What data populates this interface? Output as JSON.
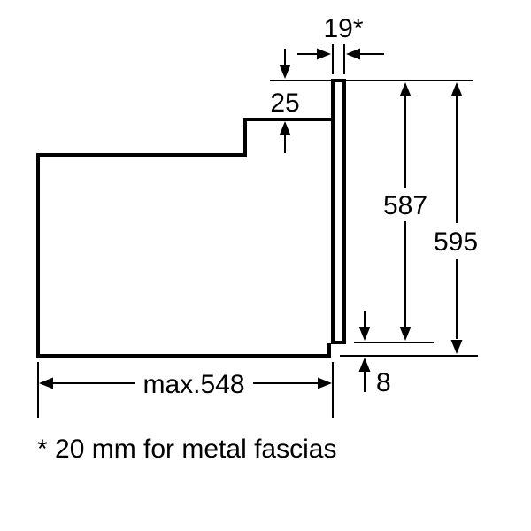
{
  "drawing": {
    "background_color": "#ffffff",
    "line_color": "#000000",
    "labels": {
      "fascia_thickness": "19*",
      "top_recess": "25",
      "chassis_height": "587",
      "overall_height": "595",
      "bottom_inset": "8",
      "max_depth": "max.548",
      "footnote": "* 20 mm for metal fascias"
    },
    "values_mm": {
      "fascia_thickness": 19,
      "top_recess": 25,
      "chassis_height": 587,
      "overall_height": 595,
      "bottom_inset": 8,
      "max_depth": 548
    }
  }
}
